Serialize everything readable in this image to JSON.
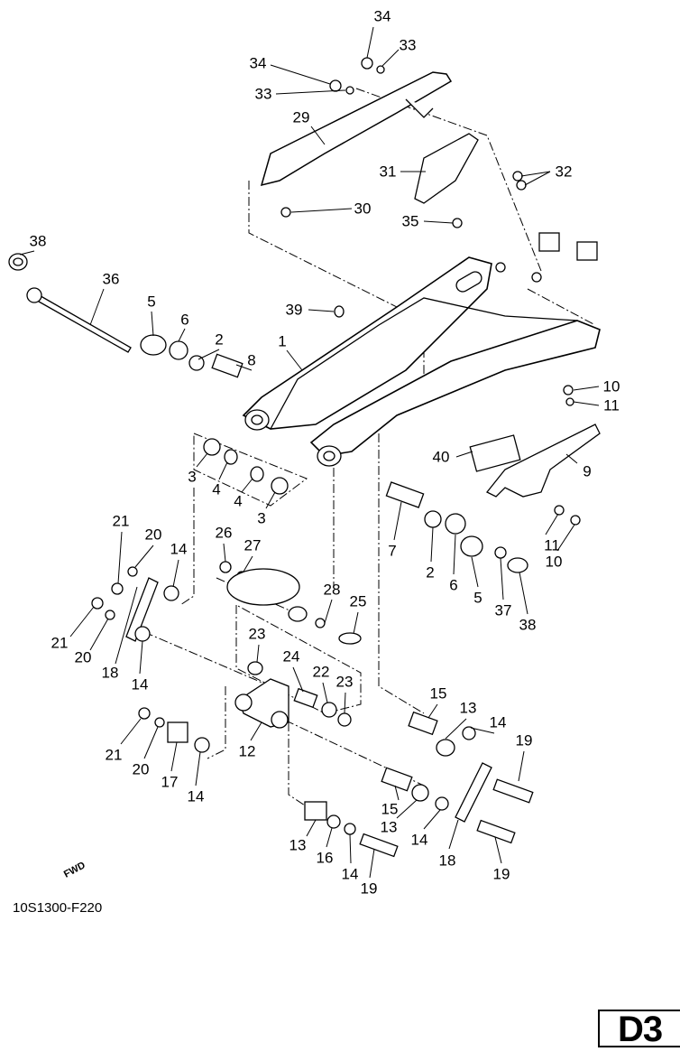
{
  "diagram": {
    "callouts": [
      "34",
      "33",
      "34",
      "33",
      "29",
      "31",
      "32",
      "30",
      "35",
      "38",
      "36",
      "5",
      "6",
      "39",
      "1",
      "2",
      "8",
      "10",
      "11",
      "40",
      "9",
      "3",
      "4",
      "4",
      "3",
      "21",
      "20",
      "26",
      "27",
      "14",
      "7",
      "2",
      "6",
      "5",
      "11",
      "10",
      "37",
      "38",
      "28",
      "25",
      "21",
      "20",
      "18",
      "14",
      "23",
      "24",
      "22",
      "23",
      "15",
      "13",
      "14",
      "19",
      "21",
      "20",
      "17",
      "14",
      "12",
      "15",
      "13",
      "14",
      "18",
      "19",
      "13",
      "16",
      "14",
      "19"
    ],
    "fwd_label": "FWD",
    "figure_code": "10S1300-F220",
    "page_id": "D3"
  }
}
